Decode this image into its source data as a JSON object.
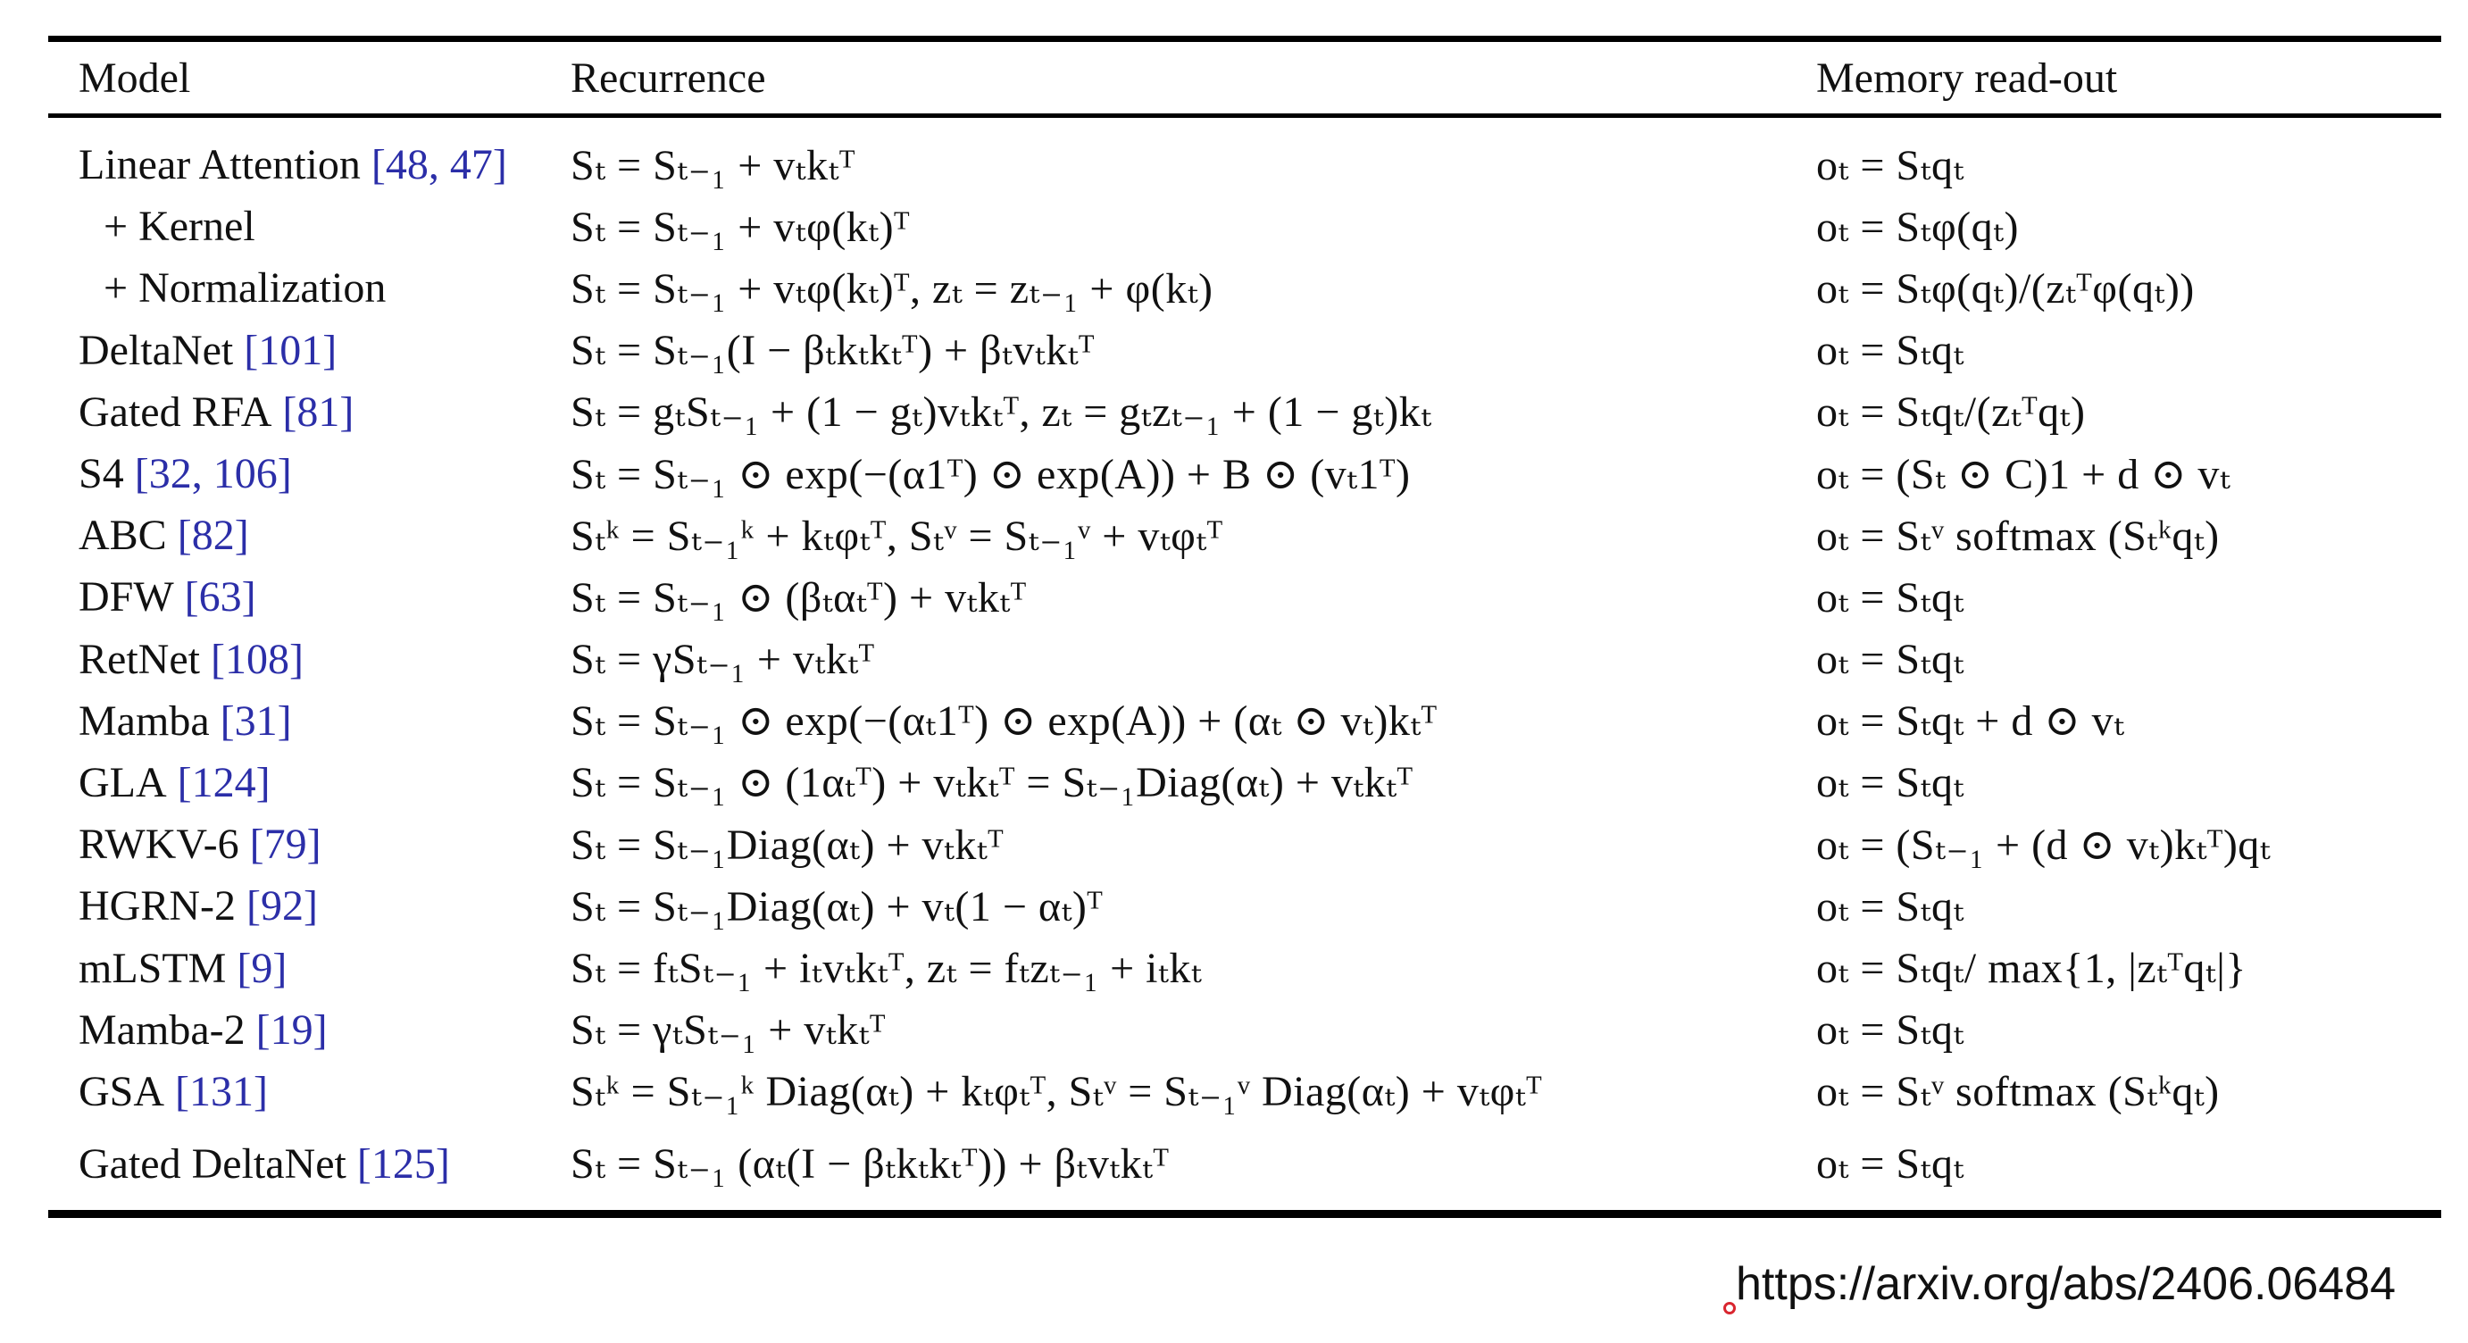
{
  "table": {
    "headers": {
      "model": "Model",
      "recurrence": "Recurrence",
      "readout": "Memory read-out"
    },
    "rows": [
      {
        "name": "Linear Attention",
        "refs": "[48, 47]",
        "recurrence": "Sₜ = Sₜ₋₁ + vₜkₜᵀ",
        "readout": "oₜ = Sₜqₜ"
      },
      {
        "name": "+ Kernel",
        "refs": "",
        "recurrence": "Sₜ = Sₜ₋₁ + vₜφ(kₜ)ᵀ",
        "readout": "oₜ = Sₜφ(qₜ)"
      },
      {
        "name": "+ Normalization",
        "refs": "",
        "recurrence": "Sₜ = Sₜ₋₁ + vₜφ(kₜ)ᵀ,  zₜ = zₜ₋₁ + φ(kₜ)",
        "readout": "oₜ = Sₜφ(qₜ)/(zₜᵀφ(qₜ))"
      },
      {
        "name": "DeltaNet",
        "refs": "[101]",
        "recurrence": "Sₜ = Sₜ₋₁(I − βₜkₜkₜᵀ) + βₜvₜkₜᵀ",
        "readout": "oₜ = Sₜqₜ"
      },
      {
        "name": "Gated RFA",
        "refs": "[81]",
        "recurrence": "Sₜ = gₜSₜ₋₁ + (1 − gₜ)vₜkₜᵀ,  zₜ = gₜzₜ₋₁ + (1 − gₜ)kₜ",
        "readout": "oₜ = Sₜqₜ/(zₜᵀqₜ)"
      },
      {
        "name": "S4",
        "refs": "[32, 106]",
        "recurrence": "Sₜ = Sₜ₋₁ ⊙ exp(−(α1ᵀ) ⊙ exp(A)) + B ⊙ (vₜ1ᵀ)",
        "readout": "oₜ = (Sₜ ⊙ C)1 + d ⊙ vₜ"
      },
      {
        "name": "ABC",
        "refs": "[82]",
        "recurrence": "Sₜᵏ = Sₜ₋₁ᵏ + kₜφₜᵀ,  Sₜᵛ = Sₜ₋₁ᵛ + vₜφₜᵀ",
        "readout": "oₜ = Sₜᵛ softmax (Sₜᵏqₜ)"
      },
      {
        "name": "DFW",
        "refs": "[63]",
        "recurrence": "Sₜ = Sₜ₋₁ ⊙ (βₜαₜᵀ) + vₜkₜᵀ",
        "readout": "oₜ = Sₜqₜ"
      },
      {
        "name": "RetNet",
        "refs": "[108]",
        "recurrence": "Sₜ = γSₜ₋₁ + vₜkₜᵀ",
        "readout": "oₜ = Sₜqₜ"
      },
      {
        "name": "Mamba",
        "refs": "[31]",
        "recurrence": "Sₜ = Sₜ₋₁ ⊙ exp(−(αₜ1ᵀ) ⊙ exp(A)) + (αₜ ⊙ vₜ)kₜᵀ",
        "readout": "oₜ = Sₜqₜ + d ⊙ vₜ"
      },
      {
        "name": "GLA",
        "refs": "[124]",
        "recurrence": "Sₜ = Sₜ₋₁ ⊙ (1αₜᵀ) + vₜkₜᵀ = Sₜ₋₁Diag(αₜ) + vₜkₜᵀ",
        "readout": "oₜ = Sₜqₜ"
      },
      {
        "name": "RWKV-6",
        "refs": "[79]",
        "recurrence": "Sₜ = Sₜ₋₁Diag(αₜ) + vₜkₜᵀ",
        "readout": "oₜ = (Sₜ₋₁ + (d ⊙ vₜ)kₜᵀ)qₜ"
      },
      {
        "name": "HGRN-2",
        "refs": "[92]",
        "recurrence": "Sₜ = Sₜ₋₁Diag(αₜ) + vₜ(1 − αₜ)ᵀ",
        "readout": "oₜ = Sₜqₜ"
      },
      {
        "name": "mLSTM",
        "refs": "[9]",
        "recurrence": "Sₜ = fₜSₜ₋₁ + iₜvₜkₜᵀ,  zₜ = fₜzₜ₋₁ + iₜkₜ",
        "readout": "oₜ = Sₜqₜ/ max{1, |zₜᵀqₜ|}"
      },
      {
        "name": "Mamba-2",
        "refs": "[19]",
        "recurrence": "Sₜ = γₜSₜ₋₁ + vₜkₜᵀ",
        "readout": "oₜ = Sₜqₜ"
      },
      {
        "name": "GSA",
        "refs": "[131]",
        "recurrence": "Sₜᵏ = Sₜ₋₁ᵏ Diag(αₜ) + kₜφₜᵀ,  Sₜᵛ = Sₜ₋₁ᵛ Diag(αₜ) + vₜφₜᵀ",
        "readout": "oₜ = Sₜᵛ softmax (Sₜᵏqₜ)"
      },
      {
        "name": "Gated DeltaNet",
        "refs": "[125]",
        "recurrence": "Sₜ = Sₜ₋₁ (αₜ(I − βₜkₜkₜᵀ)) + βₜvₜkₜᵀ",
        "readout": "oₜ = Sₜqₜ"
      }
    ]
  },
  "footer": {
    "link": "https://arxiv.org/abs/2406.06484"
  },
  "colors": {
    "citation": "#2b2ea8",
    "marker": "#d9262f"
  }
}
